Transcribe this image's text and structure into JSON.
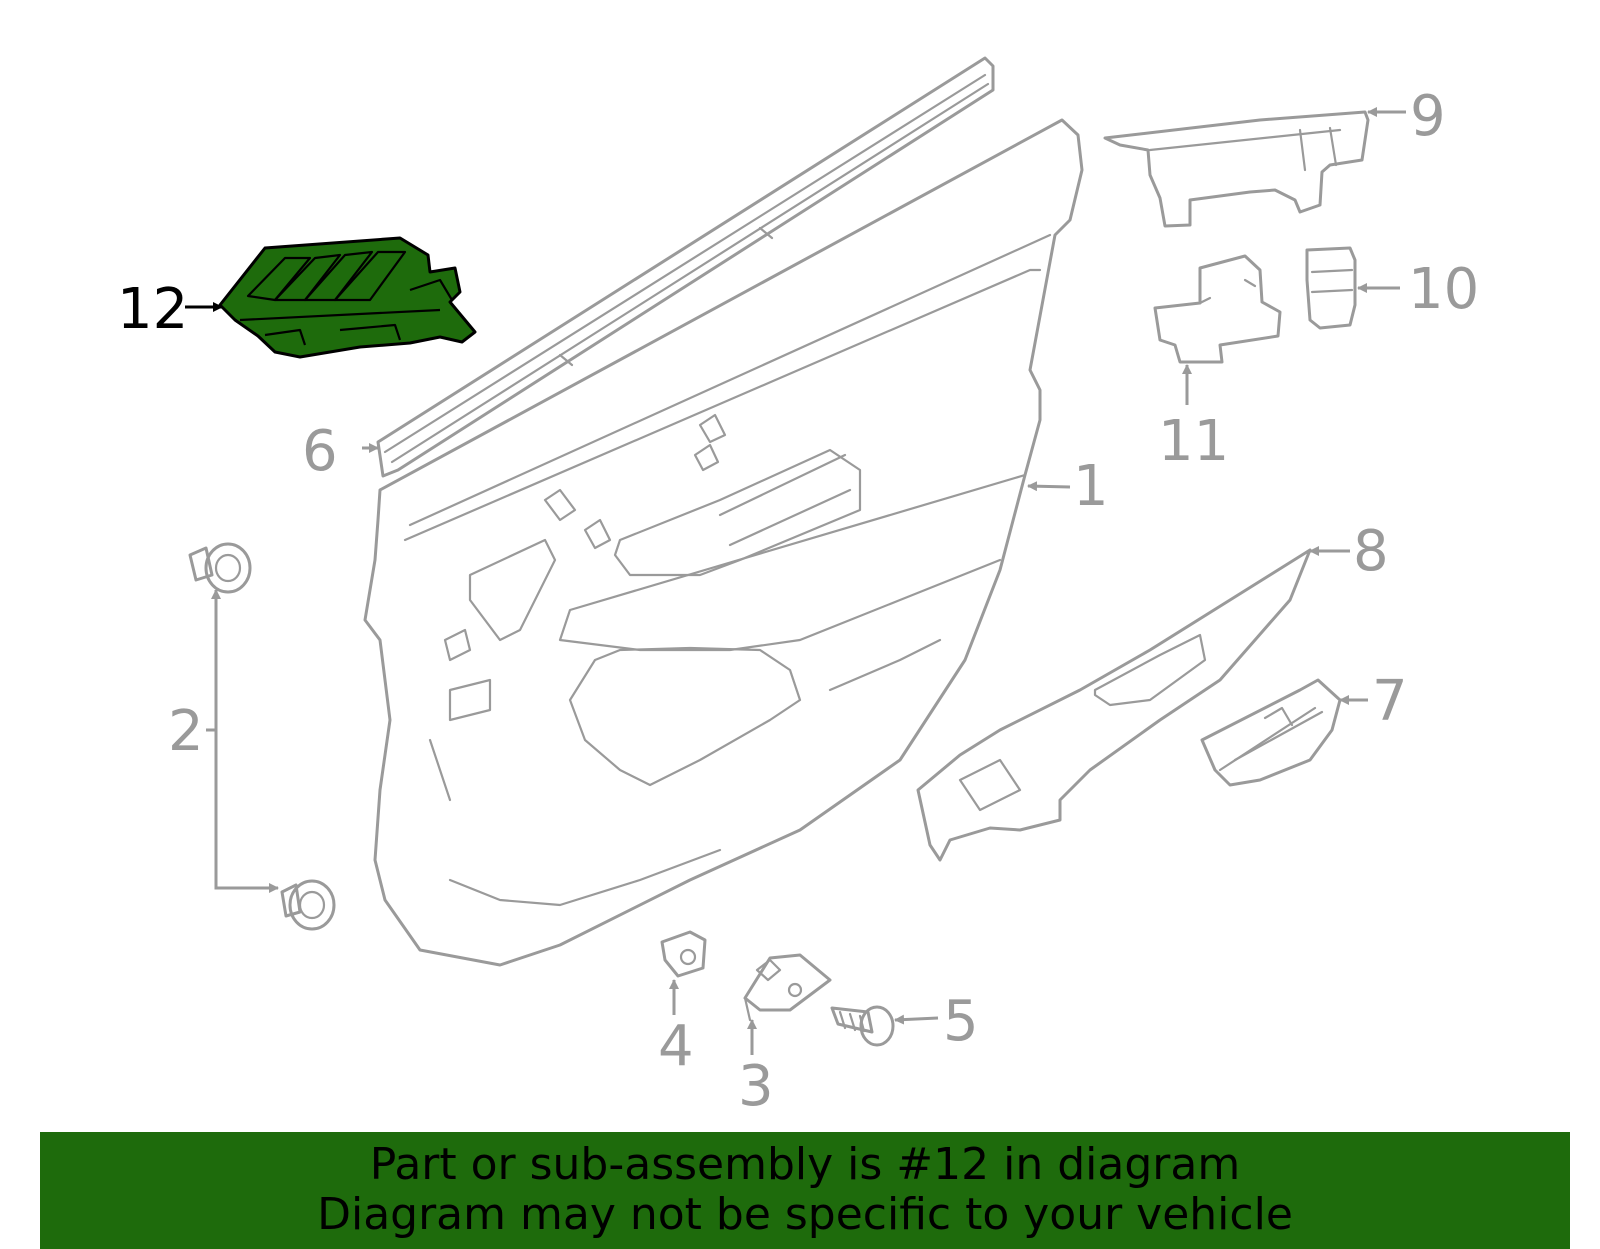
{
  "callouts": {
    "c1": "1",
    "c2": "2",
    "c3": "3",
    "c4": "4",
    "c5": "5",
    "c6": "6",
    "c7": "7",
    "c8": "8",
    "c9": "9",
    "c10": "10",
    "c11": "11",
    "c12": "12"
  },
  "highlighted_part": "12",
  "colors": {
    "highlight": "#1e6b0c",
    "parts": "#9a9a9a",
    "banner": "#1e6b0c"
  },
  "banner": {
    "line1": "Part or sub-assembly is #12 in diagram",
    "line2": "Diagram may not be specific to your vehicle"
  }
}
